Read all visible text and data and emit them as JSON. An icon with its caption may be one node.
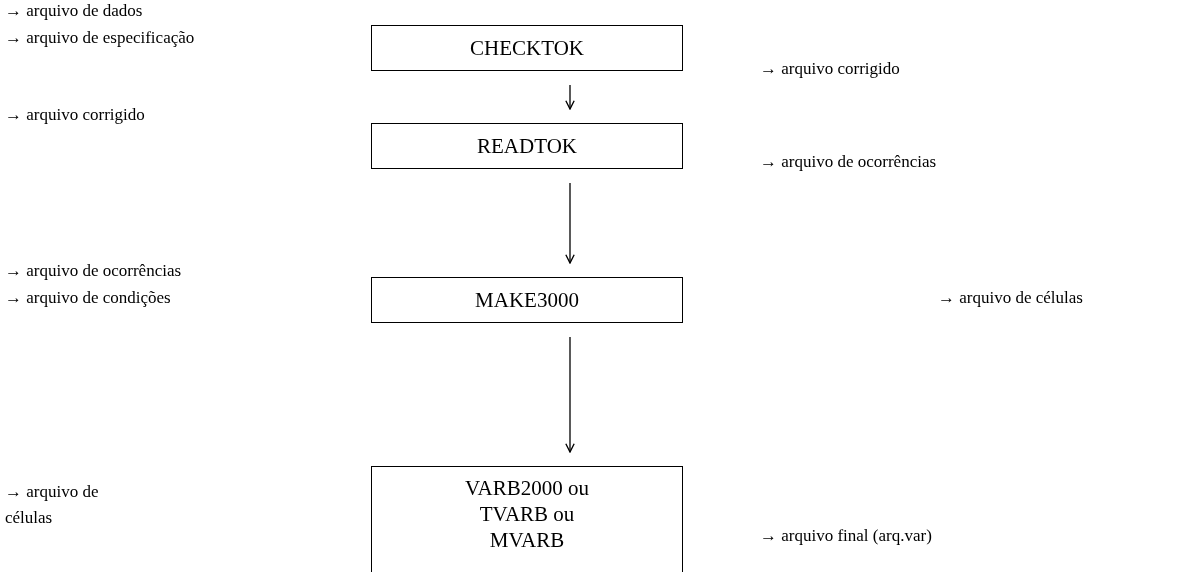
{
  "diagram": {
    "nodes": [
      {
        "text": [
          "CHECKTOK"
        ]
      },
      {
        "text": [
          "READTOK"
        ]
      },
      {
        "text": [
          "MAKE3000"
        ]
      },
      {
        "text": [
          "VARB2000 ou TVARB ou MVARB"
        ]
      }
    ],
    "edges": [
      {
        "from": 0,
        "to": 1,
        "arrow": "to"
      },
      {
        "from": 1,
        "to": 2,
        "arrow": "to"
      },
      {
        "from": 2,
        "to": 3,
        "arrow": "to"
      }
    ],
    "labels": [
      "→ arquivo de dados",
      "→ arquivo de especificação",
      "→ arquivo corrigido",
      "→ arquivo corrigido",
      "→ arquivo de ocorrências",
      "→ arquivo de ocorrências",
      "→ arquivo de condições",
      "→ arquivo de células",
      "→ arquivo de células",
      "→ arquivo final (arq.var)"
    ]
  }
}
